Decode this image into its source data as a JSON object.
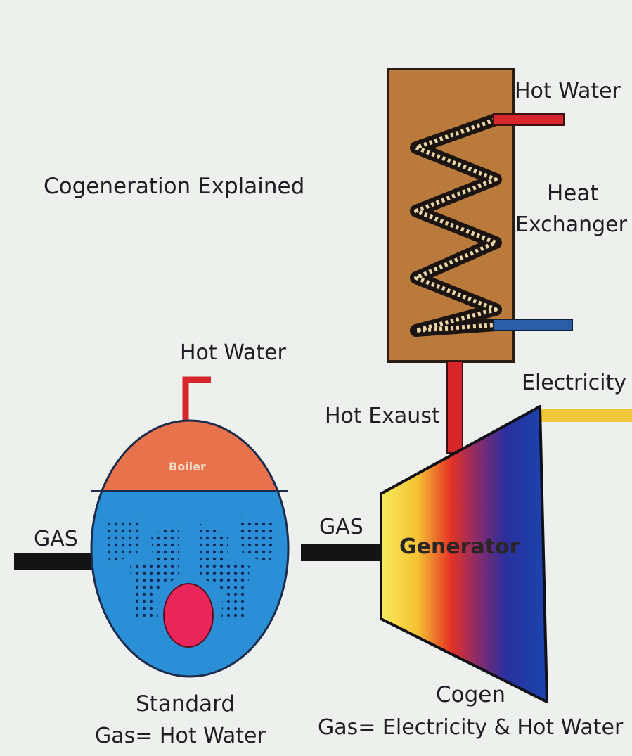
{
  "title": "Cogeneration Explained",
  "boiler": {
    "label": "Boiler",
    "hot_water_label": "Hot Water",
    "gas_label": "GAS",
    "caption_line1": "Standard",
    "caption_line2": "Gas= Hot Water"
  },
  "cogen": {
    "heat_exchanger_line1": "Heat",
    "heat_exchanger_line2": "Exchanger",
    "hot_water_label": "Hot Water",
    "hot_exhaust_label": "Hot Exaust",
    "electricity_label": "Electricity",
    "gas_label": "GAS",
    "generator_label": "Generator",
    "caption_line1": "Cogen",
    "caption_line2": "Gas= Electricity & Hot Water"
  },
  "colors": {
    "background": "#eef0ee",
    "heat_exchanger": "#b97a3c",
    "hot_pipe": "#d7262b",
    "cold_pipe": "#2a5da8",
    "boiler_top": "#e8724c",
    "boiler_body": "#2a8fd6",
    "burner": "#e8265a",
    "electricity_line": "#efc83a",
    "gas_pipe": "#141414"
  }
}
